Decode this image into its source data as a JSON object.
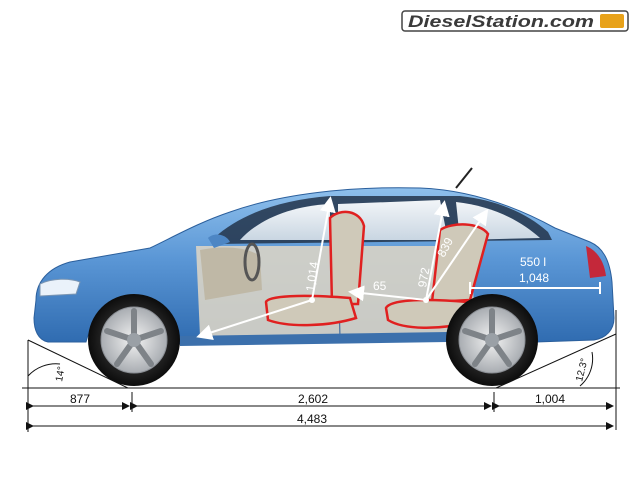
{
  "brand": {
    "logo_text": "DieselStation.com",
    "accent": "#e8a21a",
    "dark": "#3a3a3a"
  },
  "car": {
    "body_color": "#5b97d6",
    "glass_color": "#d7e3ee",
    "seat_outline_color": "#e02020"
  },
  "dimensions": {
    "front_overhang": "877",
    "wheelbase": "2,602",
    "rear_overhang": "1,004",
    "overall_length": "4,483",
    "approach_angle": "14°",
    "departure_angle": "12.3°"
  },
  "interior": {
    "front_headroom": "1,014",
    "rear_headroom": "972",
    "rear_headroom_2": "839",
    "legroom_offset": "65",
    "boot_volume": "550 l",
    "boot_volume_max": "1,048"
  }
}
